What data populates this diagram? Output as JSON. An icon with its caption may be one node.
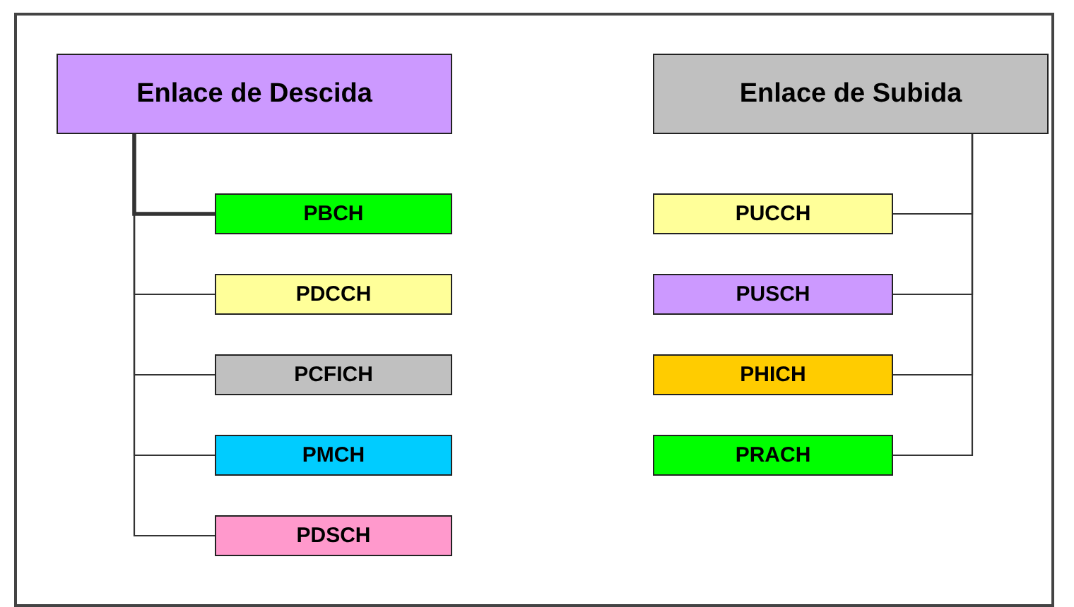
{
  "diagram": {
    "nodes": [
      {
        "text": [
          "Enlace de Descida"
        ]
      },
      {
        "text": [
          "Enlace de Subida"
        ]
      },
      {
        "text": [
          "PBCH"
        ]
      },
      {
        "text": [
          "PDCCH"
        ]
      },
      {
        "text": [
          "PCFICH"
        ]
      },
      {
        "text": [
          "PMCH"
        ]
      },
      {
        "text": [
          "PDSCH"
        ]
      },
      {
        "text": [
          "PUCCH"
        ]
      },
      {
        "text": [
          "PUSCH"
        ]
      },
      {
        "text": [
          "PHICH"
        ]
      },
      {
        "text": [
          "PRACH"
        ]
      }
    ],
    "edges": [
      {
        "from": 0,
        "to": 2,
        "arrow": "none",
        "style": "thick"
      },
      {
        "from": 0,
        "to": 3,
        "arrow": "none"
      },
      {
        "from": 0,
        "to": 4,
        "arrow": "none"
      },
      {
        "from": 0,
        "to": 5,
        "arrow": "none"
      },
      {
        "from": 0,
        "to": 6,
        "arrow": "none"
      },
      {
        "from": 1,
        "to": 7,
        "arrow": "none"
      },
      {
        "from": 1,
        "to": 8,
        "arrow": "none"
      },
      {
        "from": 1,
        "to": 9,
        "arrow": "none"
      },
      {
        "from": 1,
        "to": 10,
        "arrow": "none"
      }
    ]
  }
}
